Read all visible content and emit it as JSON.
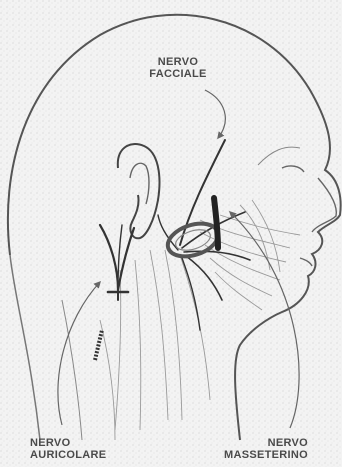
{
  "labels": {
    "facial_nerve": {
      "line1": "NERVO",
      "line2": "FACCIALE"
    },
    "auricular_nerve": {
      "line1": "NERVO",
      "line2": "AURICOLARE"
    },
    "masseteric_nerve": {
      "line1": "NERVO",
      "line2": "MASSETERINO"
    }
  },
  "colors": {
    "background": "#f2f2f2",
    "outline": "#555555",
    "nerve": "#333333",
    "muscle_lines": "#9a9a9a",
    "label_text": "#4a4a4a"
  }
}
